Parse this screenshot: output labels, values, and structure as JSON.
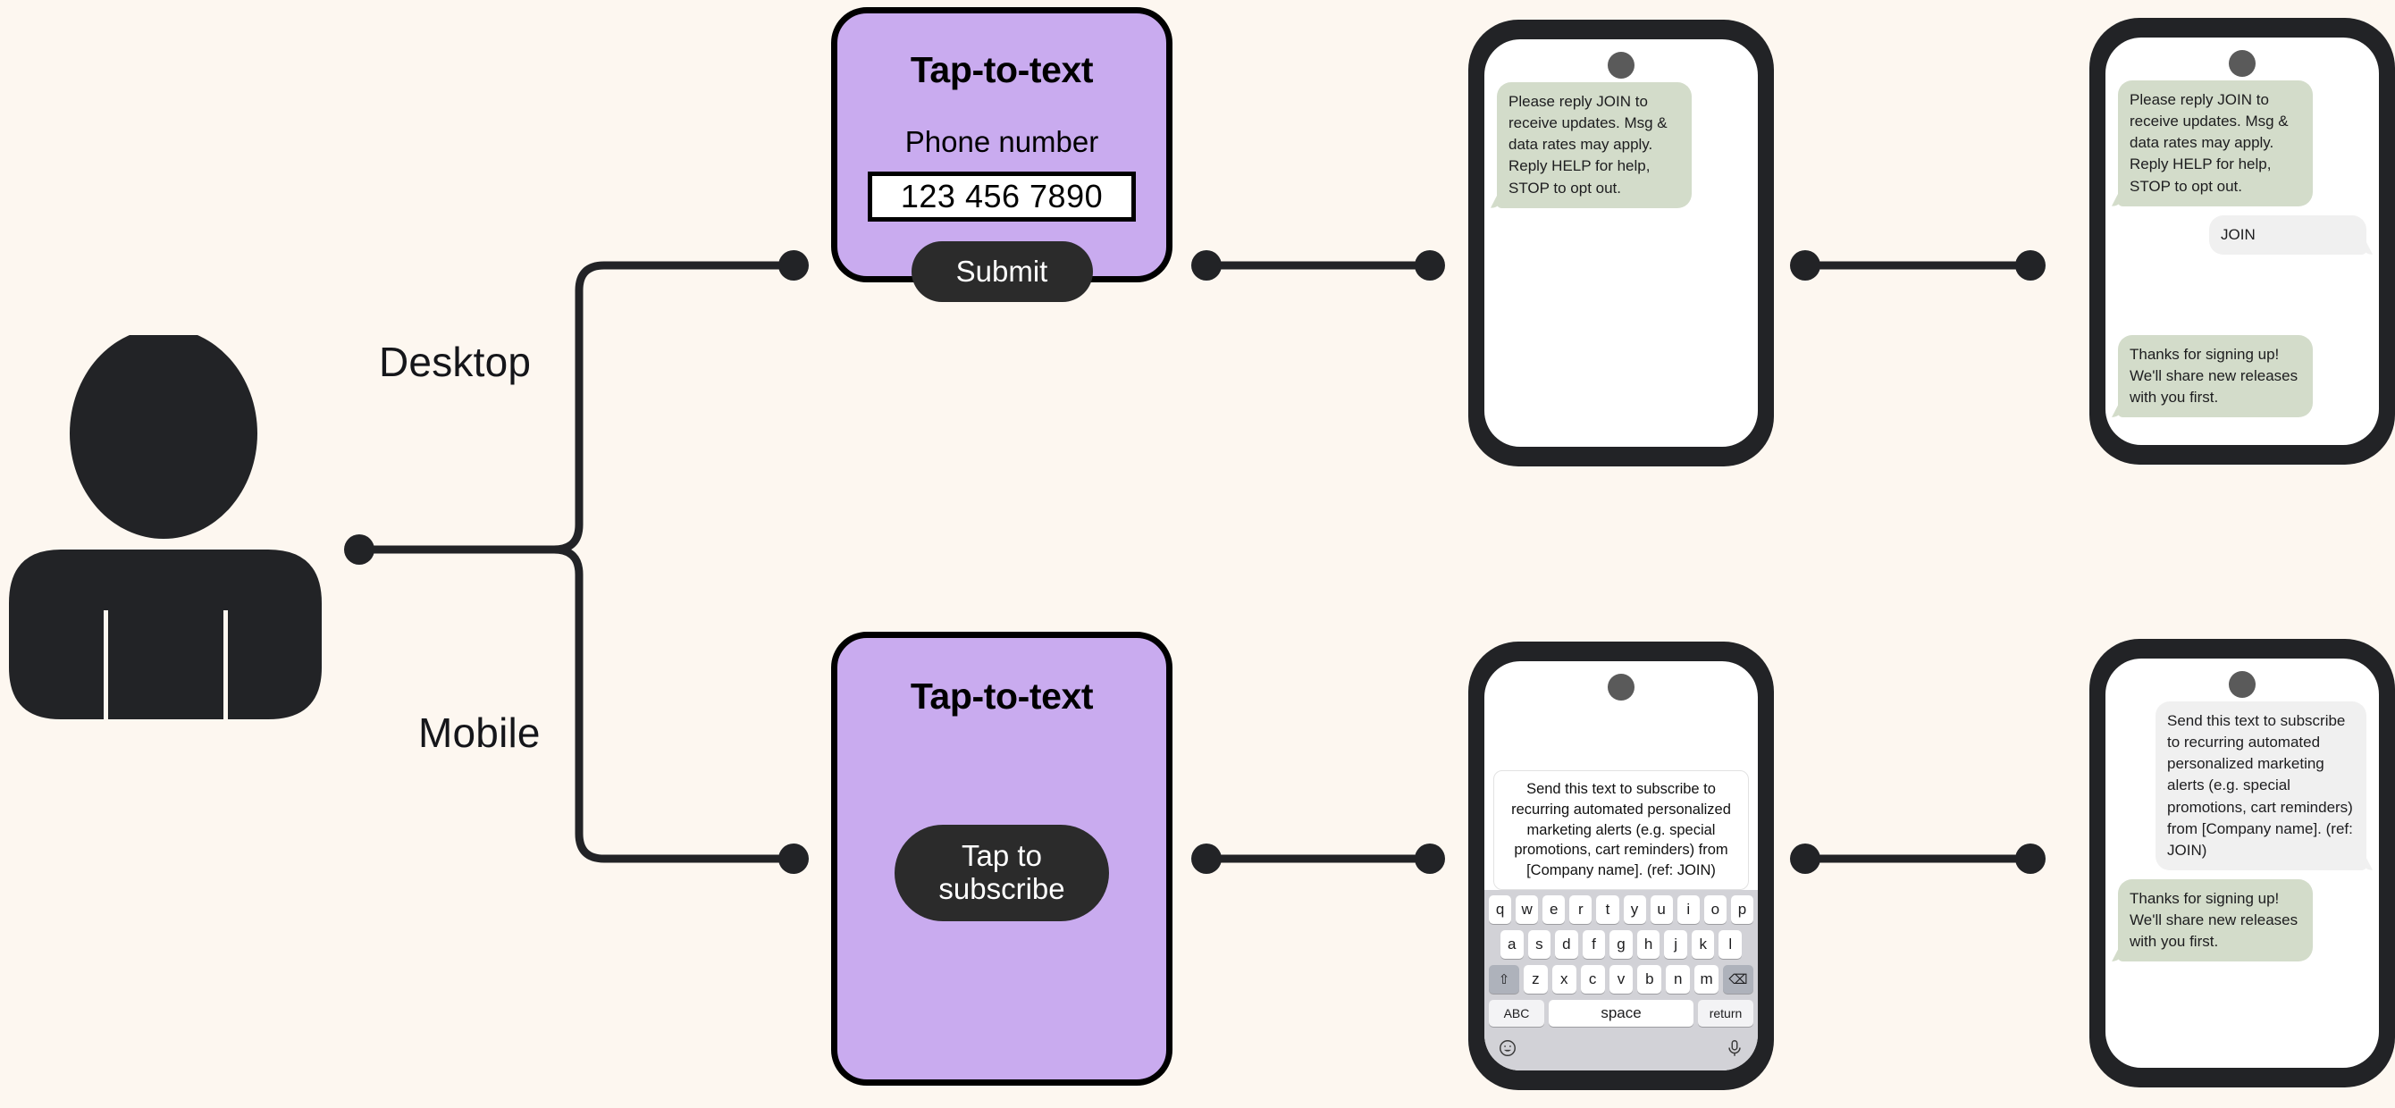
{
  "colors": {
    "background": "#fdf7f0",
    "card_purple": "#c9abef",
    "ink": "#222326",
    "bubble_inbound": "#d3dcca",
    "bubble_outbound": "#f0f0f0",
    "camera": "#5a5a5a",
    "keyboard": "#d2d2d7"
  },
  "actor": {
    "icon": "person-icon"
  },
  "branches": [
    {
      "label": "Desktop"
    },
    {
      "label": "Mobile"
    }
  ],
  "desktop_flow": {
    "card": {
      "title": "Tap-to-text",
      "field_label": "Phone number",
      "input_value": "123 456 7890",
      "submit_label": "Submit"
    },
    "phone_step1": {
      "messages": [
        {
          "direction": "inbound",
          "text": "Please reply JOIN to receive updates. Msg & data rates may apply. Reply HELP for help, STOP to opt out."
        }
      ]
    },
    "phone_step2": {
      "messages": [
        {
          "direction": "inbound",
          "text": "Please reply JOIN to receive updates. Msg & data rates may apply. Reply HELP for help, STOP to opt out."
        },
        {
          "direction": "outbound",
          "text": "JOIN"
        },
        {
          "direction": "inbound",
          "text": "Thanks for signing up! We'll share new releases with you first."
        }
      ]
    }
  },
  "mobile_flow": {
    "card": {
      "title": "Tap-to-text",
      "button_label": "Tap to subscribe"
    },
    "phone_step1": {
      "compose_text": "Send this text to subscribe to recurring automated personalized marketing alerts (e.g. special promotions, cart reminders) from [Company name]. (ref: JOIN)",
      "keyboard": {
        "row1": [
          "q",
          "w",
          "e",
          "r",
          "t",
          "y",
          "u",
          "i",
          "o",
          "p"
        ],
        "row2": [
          "a",
          "s",
          "d",
          "f",
          "g",
          "h",
          "j",
          "k",
          "l"
        ],
        "row3": [
          "z",
          "x",
          "c",
          "v",
          "b",
          "n",
          "m"
        ],
        "shift_label": "⇧",
        "backspace_label": "⌫",
        "abc_label": "ABC",
        "space_label": "space",
        "return_label": "return",
        "emoji_icon": "emoji-icon",
        "mic_icon": "microphone-icon"
      }
    },
    "phone_step2": {
      "messages": [
        {
          "direction": "outbound",
          "text": "Send this text to subscribe to recurring automated personalized marketing alerts (e.g. special promotions, cart reminders) from [Company name]. (ref: JOIN)"
        },
        {
          "direction": "inbound",
          "text": "Thanks for signing up! We'll share new releases with you first."
        }
      ]
    }
  }
}
